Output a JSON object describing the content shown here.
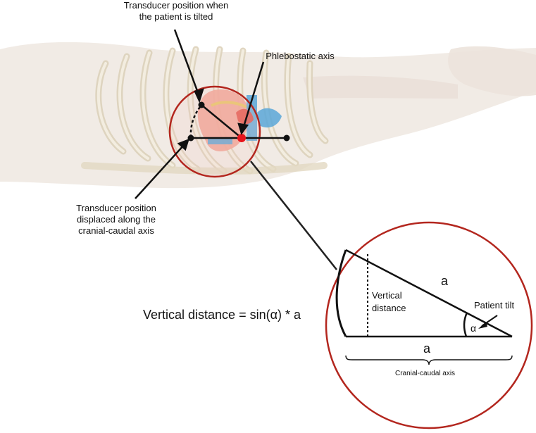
{
  "labels": {
    "transducer_tilted_line1": "Transducer position when",
    "transducer_tilted_line2": "the patient is tilted",
    "phlebostatic_axis": "Phlebostatic axis",
    "transducer_displaced_line1": "Transducer position",
    "transducer_displaced_line2": "displaced along the",
    "transducer_displaced_line3": "cranial-caudal axis",
    "formula": "Vertical distance = sin(α) * a",
    "hypotenuse": "a",
    "base": "a",
    "vertical_distance_line1": "Vertical",
    "vertical_distance_line2": "distance",
    "alpha": "α",
    "patient_tilt": "Patient tilt",
    "cranial_caudal_axis": "Cranial-caudal axis"
  },
  "colors": {
    "ring": "#b3261e",
    "phlebostatic_point": "#e8141b",
    "lines": "#111111",
    "ribs": "#e9e1cf",
    "rib_outline": "#d7ccb3",
    "body_shade": "#efe7e1",
    "heart": "#f1a496",
    "vessel_blue": "#5aa7d8"
  }
}
